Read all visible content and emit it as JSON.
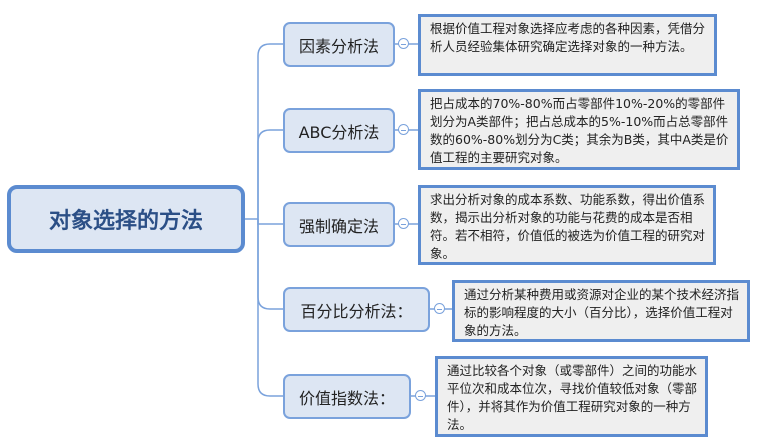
{
  "root": {
    "label": "对象选择的方法"
  },
  "branches": [
    {
      "label": "因素分析法",
      "detail": "根据价值工程对象选择应考虑的各种因素，凭借分析人员经验集体研究确定选择对象的一种方法。"
    },
    {
      "label": "ABC分析法",
      "detail": "把占成本的70%-80%而占零部件10%-20%的零部件划分为A类部件；把占总成本的5%-10%而占总零部件数的60%-80%划分为C类；其余为B类，其中A类是价值工程的主要研究对象。"
    },
    {
      "label": "强制确定法",
      "detail": "求出分析对象的成本系数、功能系数，得出价值系数，揭示出分析对象的功能与花费的成本是否相符。若不相符，价值低的被选为价值工程的研究对象。"
    },
    {
      "label": "百分比分析法：",
      "detail": "通过分析某种费用或资源对企业的某个技术经济指标的影响程度的大小（百分比），选择价值工程对象的方法。"
    },
    {
      "label": "价值指数法：",
      "detail": "通过比较各个对象（或零部件）之间的功能水平位次和成本位次，寻找价值较低对象（零部件），并将其作为价值工程研究对象的一种方法。"
    }
  ]
}
